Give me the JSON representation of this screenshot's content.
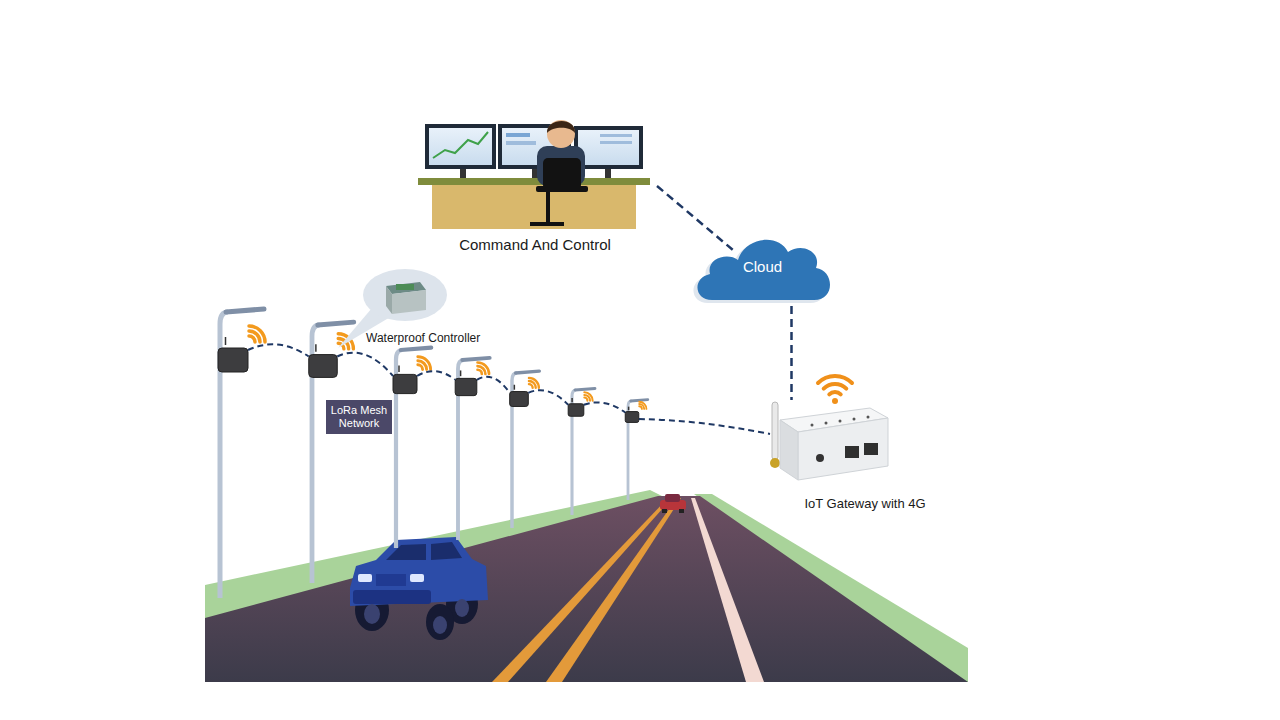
{
  "diagram": {
    "nodes": [
      {
        "text": [
          "Command And Control"
        ]
      },
      {
        "text": [
          "Cloud"
        ]
      },
      {
        "text": [
          "LoRa Mesh Network"
        ]
      },
      {
        "text": [
          "IoT Gateway with 4G"
        ]
      }
    ],
    "edges": [
      {
        "from": 0,
        "to": 1,
        "arrow": "none"
      },
      {
        "from": 1,
        "to": 3,
        "arrow": "none"
      }
    ],
    "labels": [
      "Waterproof Controller"
    ]
  }
}
